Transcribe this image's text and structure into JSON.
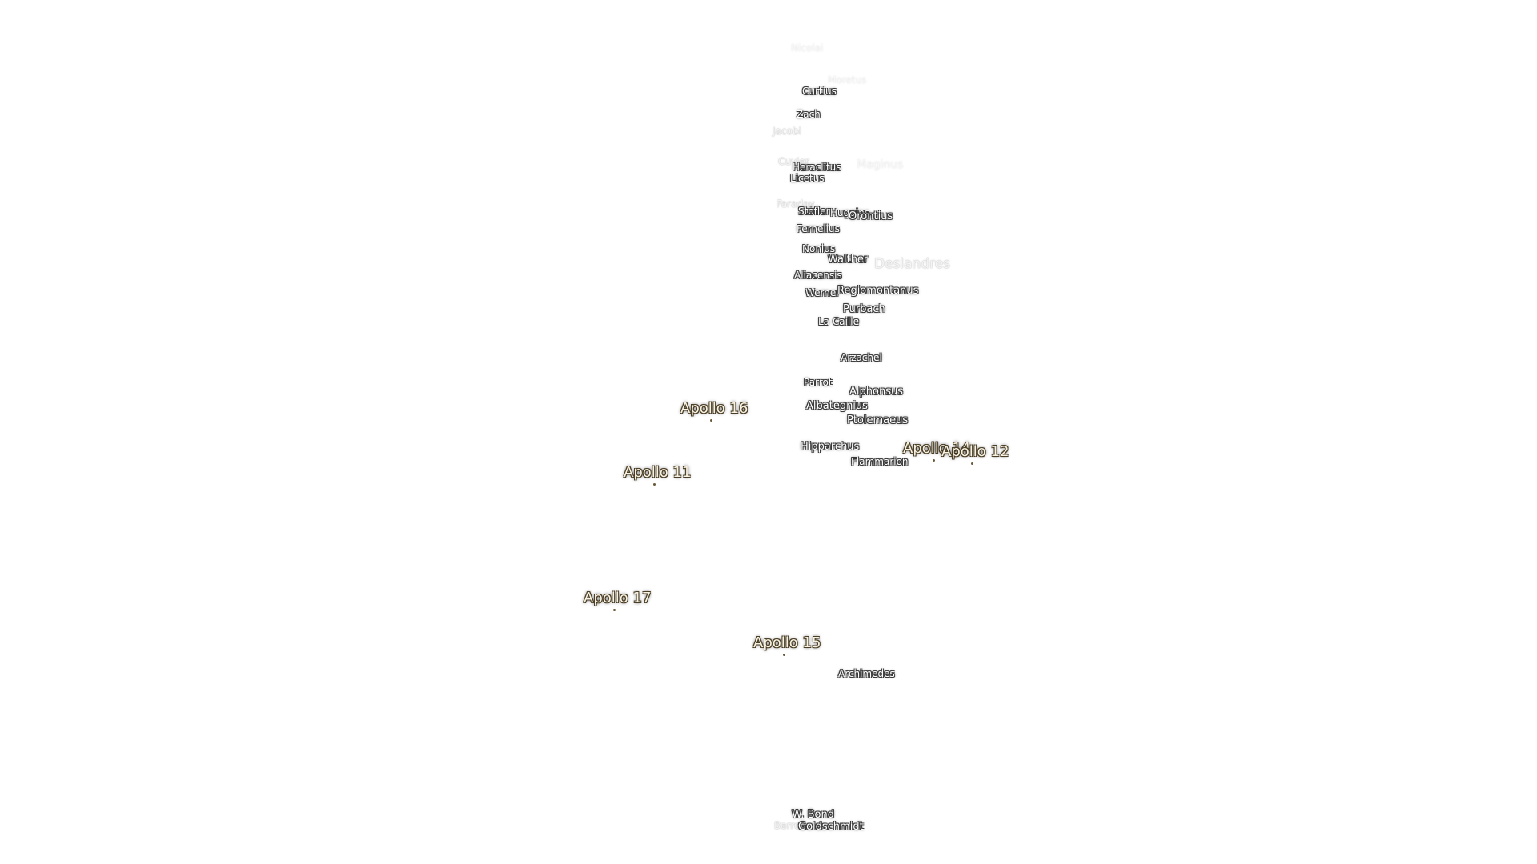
{
  "craters": [
    {
      "label": "Nicolai",
      "style": "very-faint"
    },
    {
      "label": "Moretus",
      "style": "very-faint"
    },
    {
      "label": "Curtius",
      "style": ""
    },
    {
      "label": "Zach",
      "style": ""
    },
    {
      "label": "Jacobi",
      "style": "faint"
    },
    {
      "label": "Cuvier",
      "style": "faint"
    },
    {
      "label": "Heraclitus",
      "style": ""
    },
    {
      "label": "Maginus",
      "style": "very-faint"
    },
    {
      "label": "Licetus",
      "style": ""
    },
    {
      "label": "Faraday",
      "style": "faint"
    },
    {
      "label": "Stöfler",
      "style": ""
    },
    {
      "label": "Huggins",
      "style": ""
    },
    {
      "label": "Orontius",
      "style": "big"
    },
    {
      "label": "Fernelius",
      "style": ""
    },
    {
      "label": "Nonius",
      "style": ""
    },
    {
      "label": "Walther",
      "style": "big"
    },
    {
      "label": "Deslandres",
      "style": "huge faint"
    },
    {
      "label": "Aliacensis",
      "style": ""
    },
    {
      "label": "Werner",
      "style": ""
    },
    {
      "label": "Regiomontanus",
      "style": "big"
    },
    {
      "label": "Purbach",
      "style": "big"
    },
    {
      "label": "La Caille",
      "style": ""
    },
    {
      "label": "Arzachel",
      "style": ""
    },
    {
      "label": "Parrot",
      "style": ""
    },
    {
      "label": "Alphonsus",
      "style": "big"
    },
    {
      "label": "Albategnius",
      "style": "big"
    },
    {
      "label": "Ptolemaeus",
      "style": "big"
    },
    {
      "label": "Hipparchus",
      "style": "big"
    },
    {
      "label": "Flammarion",
      "style": ""
    },
    {
      "label": "Archimedes",
      "style": ""
    },
    {
      "label": "W. Bond",
      "style": "big"
    },
    {
      "label": "Barrow",
      "style": "faint"
    },
    {
      "label": "Goldschmidt",
      "style": "big"
    }
  ],
  "apollo_sites": [
    {
      "label": "Apollo 16"
    },
    {
      "label": "Apollo 11"
    },
    {
      "label": "Apollo 14"
    },
    {
      "label": "Apollo 12"
    },
    {
      "label": "Apollo 17"
    },
    {
      "label": "Apollo 15"
    }
  ],
  "colors": {
    "background": "#ffffff",
    "crater_label": "#ffffff",
    "apollo_label": "#f8f2e2",
    "apollo_outline": "#4a3e26"
  }
}
